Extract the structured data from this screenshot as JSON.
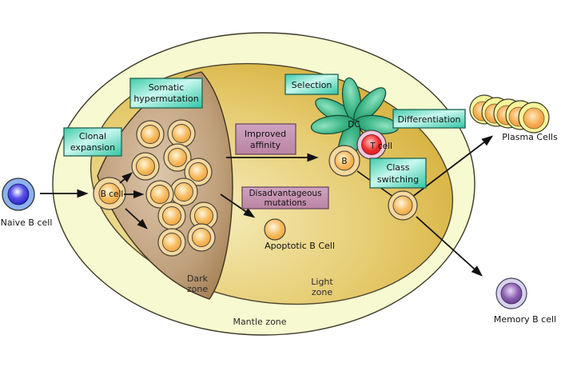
{
  "process_boxes": {
    "somatic_hypermutation": {
      "line1": "Somatic",
      "line2": "hypermutation"
    },
    "clonal_expansion": {
      "line1": "Clonal",
      "line2": "expansion"
    },
    "selection": {
      "label": "Selection"
    },
    "differentiation": {
      "label": "Differentiation"
    },
    "improved_affinity": {
      "line1": "Improved",
      "line2": "affinity"
    },
    "disadvantageous_mutations": {
      "line1": "Disadvantageous",
      "line2": "mutations"
    },
    "class_switching": {
      "line1": "Class",
      "line2": "switching"
    }
  },
  "cells": {
    "naive_b_cell": "Naive B cell",
    "dark_zone_b_cell": "B cell",
    "selected_b_cell": "B",
    "dendritic_cell": "DC",
    "t_cell": "T cell",
    "apoptotic_b_cell": "Apoptotic B Cell",
    "plasma_cells": "Plasma Cells",
    "memory_b_cell": "Memory B cell"
  },
  "zones": {
    "dark_line1": "Dark",
    "dark_line2": "zone",
    "light_line1": "Light",
    "light_line2": "zone",
    "mantle": "Mantle zone"
  },
  "colors": {
    "mantle_zone_fill": "#f7f9d0",
    "light_zone_gold": "#d9b43e",
    "dark_zone_brown": "#a8804f",
    "teal_box": "#3fd0af",
    "teal_box_border": "#2b6b58",
    "mauve_box": "#c493b4",
    "mauve_box_border": "#6b4a60",
    "b_cell_ring": "#f3d89f",
    "b_cell_orange": "#f0a64a",
    "naive_blue": "#2823cf",
    "naive_ring_blue": "#8db2ef",
    "t_cell_red": "#e92f2f",
    "t_cell_ring_pink": "#f3c8dd",
    "dc_green": "#27a172",
    "plasma_yellow": "#f6f49c",
    "memory_purple": "#7a4fa0",
    "memory_ring": "#d7d3ed",
    "arrow_black": "#111111"
  }
}
